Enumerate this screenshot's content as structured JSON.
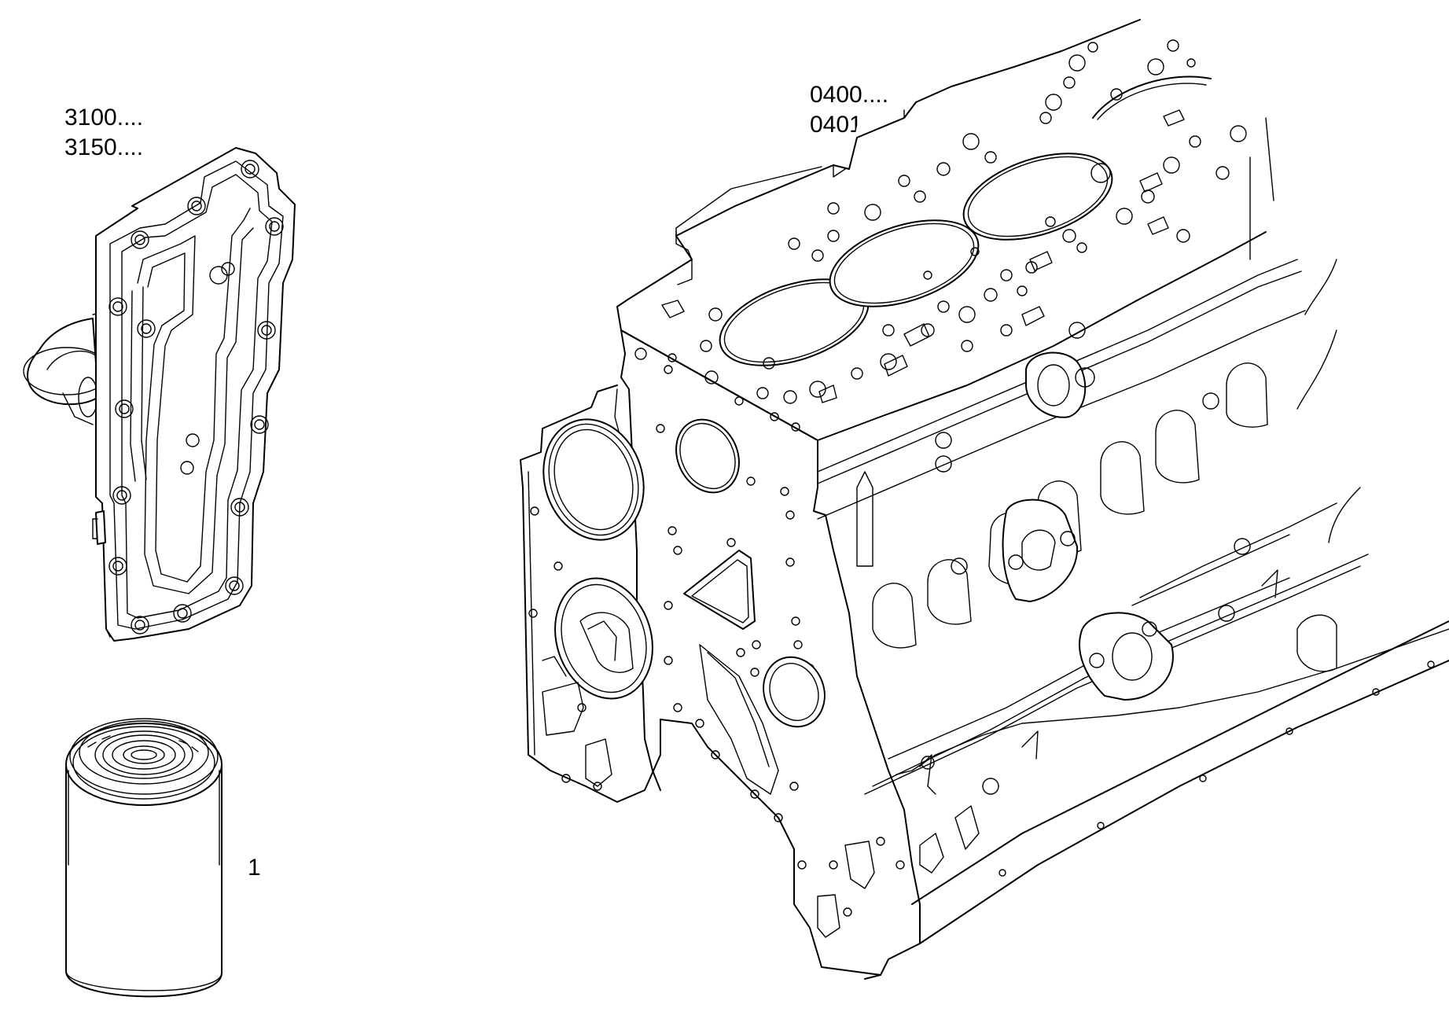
{
  "callouts": {
    "housing_refs": [
      "3100....",
      "3150...."
    ],
    "block_refs": [
      "0400....",
      "0401...."
    ],
    "filter_ref": "1"
  }
}
